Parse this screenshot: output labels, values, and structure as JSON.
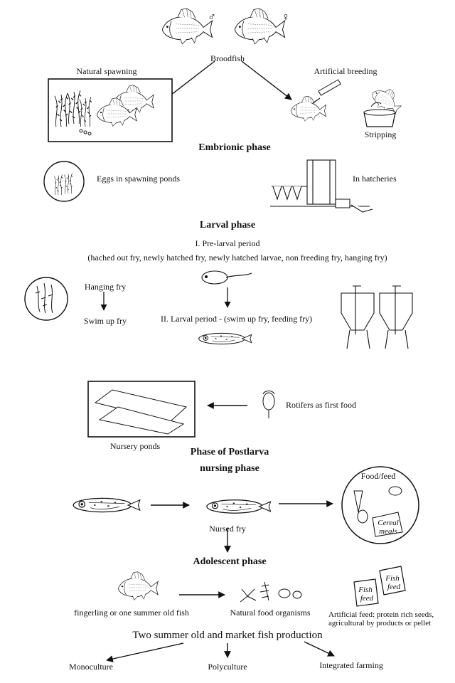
{
  "symbols": {
    "male": "♂",
    "female": "♀"
  },
  "labels": {
    "broodfish": "Broodfish",
    "natural_spawning": "Natural spawning",
    "artificial_breeding": "Artificial breeding",
    "stripping": "Stripping",
    "eggs_ponds": "Eggs in spawning ponds",
    "in_hatcheries": "In hatcheries",
    "pre_larval": "I. Pre-larval period",
    "pre_larval_desc": "(hached out fry, newly hatched fry, newly hatched larvae, non freeding fry, hanging fry)",
    "hanging_fry": "Hanging fry",
    "swim_up_fry": "Swim up fry",
    "larval_period": "II. Larval period - (swim up fry, feeding fry)",
    "rotifers": "Rotifers as first food",
    "nursery_ponds": "Nursery ponds",
    "nursed_fry": "Nursed fry",
    "food_feed": "Food/feed",
    "cereal": "Cereal",
    "meals": "meals",
    "fingerling": "fingerling or one summer old fish",
    "natural_food": "Natural food organisms",
    "fish": "Fish",
    "feed": "feed",
    "artificial_feed_1": "Artificial feed: protein rich seeds,",
    "artificial_feed_2": "agricultural by products or pellet",
    "monoculture": "Monoculture",
    "polyculture": "Polyculture",
    "integrated": "Integrated farming"
  },
  "headings": {
    "embryonic": "Embrionic phase",
    "larval": "Larval phase",
    "postlarva": "Phase of Postlarva",
    "nursing": "nursing phase",
    "adolescent": "Adolescent phase",
    "market": "Two summer old and market fish production"
  }
}
